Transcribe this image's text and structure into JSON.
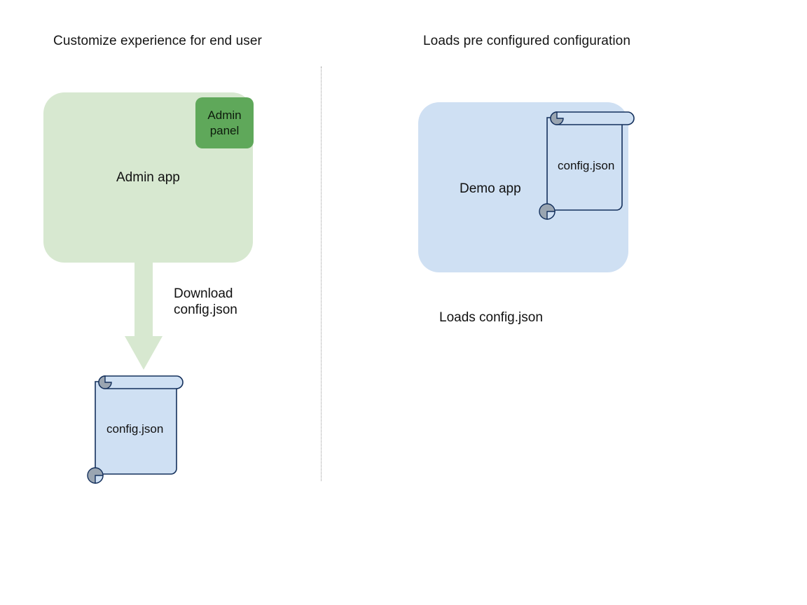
{
  "diagram": {
    "background_color": "#ffffff",
    "columns": [
      {
        "heading": "Customize experience for end user",
        "app": {
          "label": "Admin app",
          "fill_color": "#d7e8d0",
          "badge": {
            "label": "Admin\npanel",
            "line1": "Admin",
            "line2": "panel",
            "fill_color": "#5fa85a"
          }
        },
        "arrow": {
          "label_line1": "Download",
          "label_line2": "config.json",
          "direction": "down",
          "fill_color": "#d7e8d0"
        },
        "document": {
          "label": "config.json",
          "fill_color": "#cfe0f3",
          "stroke_color": "#14305c",
          "roll_color": "#9aa5b1"
        }
      },
      {
        "heading": "Loads pre configured configuration",
        "app": {
          "label": "Demo app",
          "fill_color": "#cfe0f3"
        },
        "document": {
          "label": "config.json",
          "fill_color": "#cfe0f3",
          "stroke_color": "#14305c",
          "roll_color": "#9aa5b1"
        },
        "caption": "Loads config.json"
      }
    ],
    "divider": {
      "style": "dotted",
      "color": "#9b9b9b"
    }
  }
}
